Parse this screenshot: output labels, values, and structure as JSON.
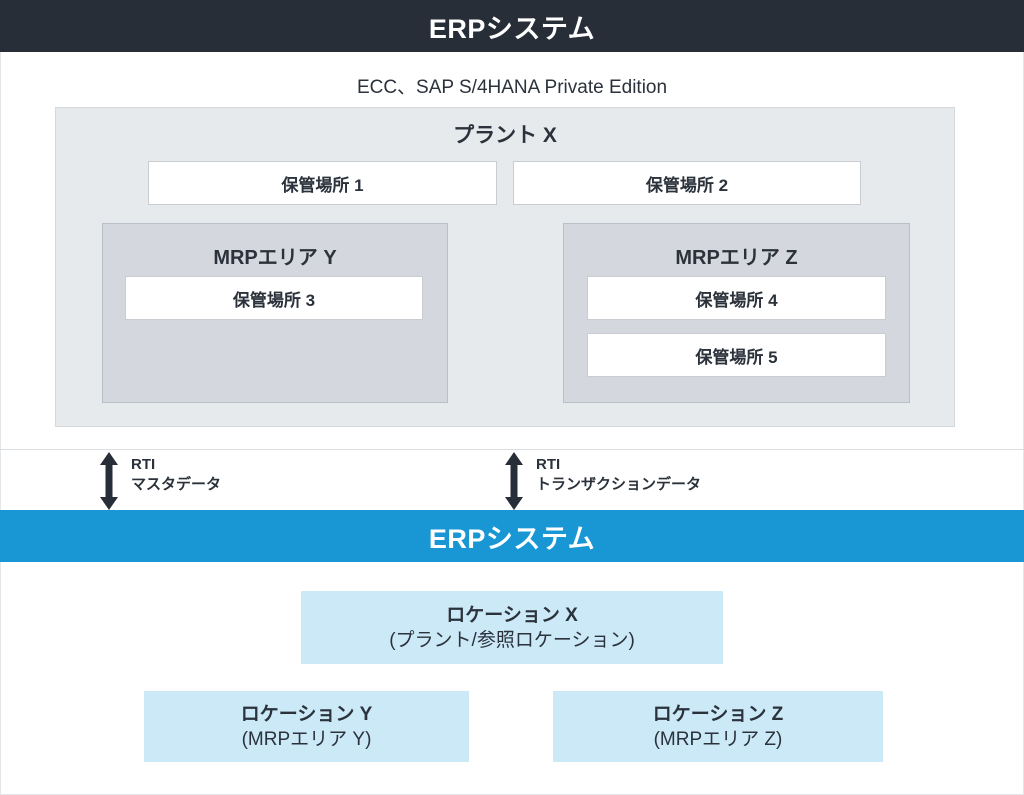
{
  "header_top": {
    "title": "ERPシステム"
  },
  "subtitle": "ECC、SAP S/4HANA Private Edition",
  "plant": {
    "title": "プラント X",
    "storage_locations_top": [
      "保管場所 1",
      "保管場所 2"
    ],
    "mrp_areas": [
      {
        "title": "MRPエリア Y",
        "storage_locations": [
          "保管場所 3"
        ]
      },
      {
        "title": "MRPエリア Z",
        "storage_locations": [
          "保管場所 4",
          "保管場所 5"
        ]
      }
    ]
  },
  "connectors": [
    {
      "line1": "RTI",
      "line2": "マスタデータ"
    },
    {
      "line1": "RTI",
      "line2": "トランザクションデータ"
    }
  ],
  "header_bottom": {
    "title": "ERPシステム"
  },
  "locations": [
    {
      "name": "ロケーション X",
      "subtitle": "(プラント/参照ロケーション)"
    },
    {
      "name": "ロケーション Y",
      "subtitle": "(MRPエリア Y)"
    },
    {
      "name": "ロケーション Z",
      "subtitle": "(MRPエリア Z)"
    }
  ],
  "colors": {
    "dark_header": "#272e38",
    "blue_header": "#1997d4",
    "plant_fill": "#e7eaec",
    "mrp_fill": "#d4d8de",
    "location_fill": "#cbe9f7",
    "arrow": "#272e38",
    "text": "#2b323b"
  }
}
